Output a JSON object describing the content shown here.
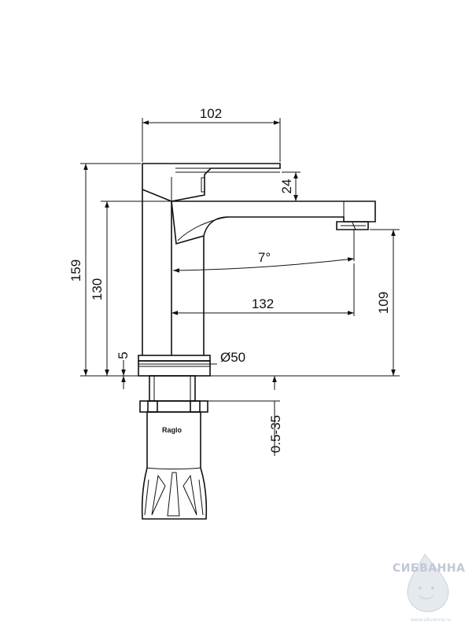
{
  "dimensions": {
    "width_top": "102",
    "handle_height": "24",
    "total_height": "159",
    "spout_height": "130",
    "angle": "7°",
    "spout_reach": "132",
    "outlet_height": "109",
    "base_thickness": "5",
    "base_diameter": "Ø50",
    "counter_thickness": "0.5-35"
  },
  "product": {
    "brand": "Raglo"
  },
  "watermark": {
    "name": "СИБВАННА",
    "url": "www.sibvanna.ru"
  },
  "colors": {
    "line": "#111111",
    "watermark": "#b9c3cf"
  }
}
